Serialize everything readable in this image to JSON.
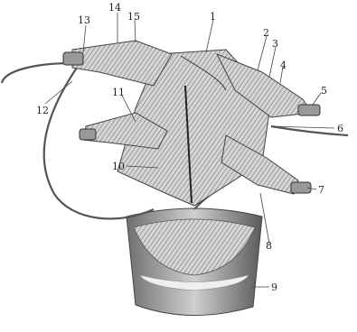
{
  "labels": {
    "l1": "1",
    "l2": "2",
    "l3": "3",
    "l4": "4",
    "l5": "5",
    "l6": "6",
    "l7": "7",
    "l8": "8",
    "l9": "9",
    "l10": "10",
    "l11": "11",
    "l12": "12",
    "l13": "13",
    "l14": "14",
    "l15": "15"
  },
  "colors": {
    "ink": "#222222",
    "line": "#555555",
    "fill": "#bdbdbd",
    "shade": "#8e8e8e"
  }
}
